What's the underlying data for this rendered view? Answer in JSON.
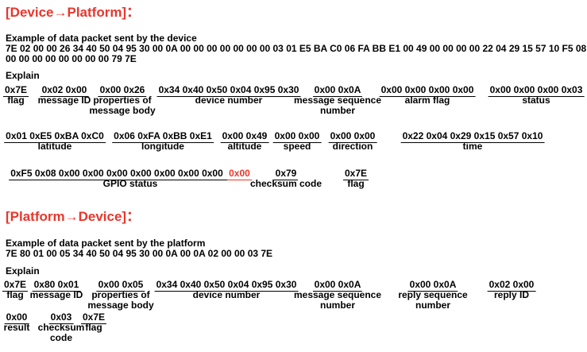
{
  "colors": {
    "heading_red": "#e9362c",
    "highlight_red": "#e9362c",
    "text": "#000000",
    "background": "#ffffff"
  },
  "sections": [
    {
      "heading": "[Device→Platform]：",
      "example_title": "Example of data packet sent by the device",
      "packet_lines": [
        "7E 02 00 00 26 34 40 50 04 95 30 00 0A 00 00 00 00 00 00 00 03 01 E5 BA C0 06 FA BB E1 00 49 00 00 00 00 22 04 29 15 57 10 F5 08",
        "00 00 00 00 00 00 00 00 79 7E"
      ],
      "explain_label": "Explain",
      "rows": [
        {
          "fields": [
            {
              "hex": "0x7E",
              "label": "flag"
            },
            {
              "hex": "0x02 0x00",
              "label": "message ID"
            },
            {
              "hex": "0x00 0x26",
              "label": "properties of\nmessage body"
            },
            {
              "hex": "0x34 0x40 0x50 0x04 0x95 0x30",
              "label": "device number"
            },
            {
              "hex": "0x00 0x0A",
              "label": "message sequence\nnumber"
            },
            {
              "hex": "0x00 0x00 0x00 0x00",
              "label": "alarm flag"
            },
            {
              "hex": "0x00 0x00 0x00 0x03",
              "label": "status"
            }
          ]
        },
        {
          "fields": [
            {
              "hex": "0x01 0xE5 0xBA 0xC0",
              "label": "latitude"
            },
            {
              "hex": "0x06 0xFA 0xBB 0xE1",
              "label": "longitude"
            },
            {
              "hex": "0x00 0x49",
              "label": "altitude"
            },
            {
              "hex": "0x00 0x00",
              "label": "speed"
            },
            {
              "hex": "0x00 0x00",
              "label": "direction"
            },
            {
              "hex": "0x22 0x04 0x29 0x15 0x57 0x10",
              "label": "time"
            }
          ]
        },
        {
          "fields": [
            {
              "hex": "0xF5 0x08 0x00 0x00 0x00 0x00 0x00 0x00 0x00 ",
              "hex_red": "0x00",
              "label": "GPIO status"
            },
            {
              "hex": "0x79",
              "label": "checksum code"
            },
            {
              "hex": "0x7E",
              "label": "flag"
            }
          ]
        }
      ]
    },
    {
      "heading": "[Platform→Device]：",
      "example_title": "Example of data packet sent by the platform",
      "packet_lines": [
        "7E 80 01 00 05 34 40 50 04 95 30 00 0A 00 0A 02 00 00 03 7E"
      ],
      "explain_label": "Explain",
      "rows": [
        {
          "fields": [
            {
              "hex": "0x7E",
              "label": "flag"
            },
            {
              "hex": "0x80 0x01",
              "label": "message ID"
            },
            {
              "hex": "0x00 0x05",
              "label": "properties of\nmessage body"
            },
            {
              "hex": "0x34 0x40 0x50 0x04 0x95 0x30",
              "label": "device number"
            },
            {
              "hex": "0x00 0x0A",
              "label": "message sequence\nnumber"
            },
            {
              "hex": "0x00 0x0A",
              "label": "reply sequence\nnumber"
            },
            {
              "hex": "0x02 0x00",
              "label": "reply ID"
            }
          ]
        },
        {
          "fields": [
            {
              "hex": "0x00",
              "label": "result"
            },
            {
              "hex": "0x03",
              "label": "checksum\ncode"
            },
            {
              "hex": "0x7E",
              "label": "flag"
            }
          ]
        }
      ]
    }
  ]
}
